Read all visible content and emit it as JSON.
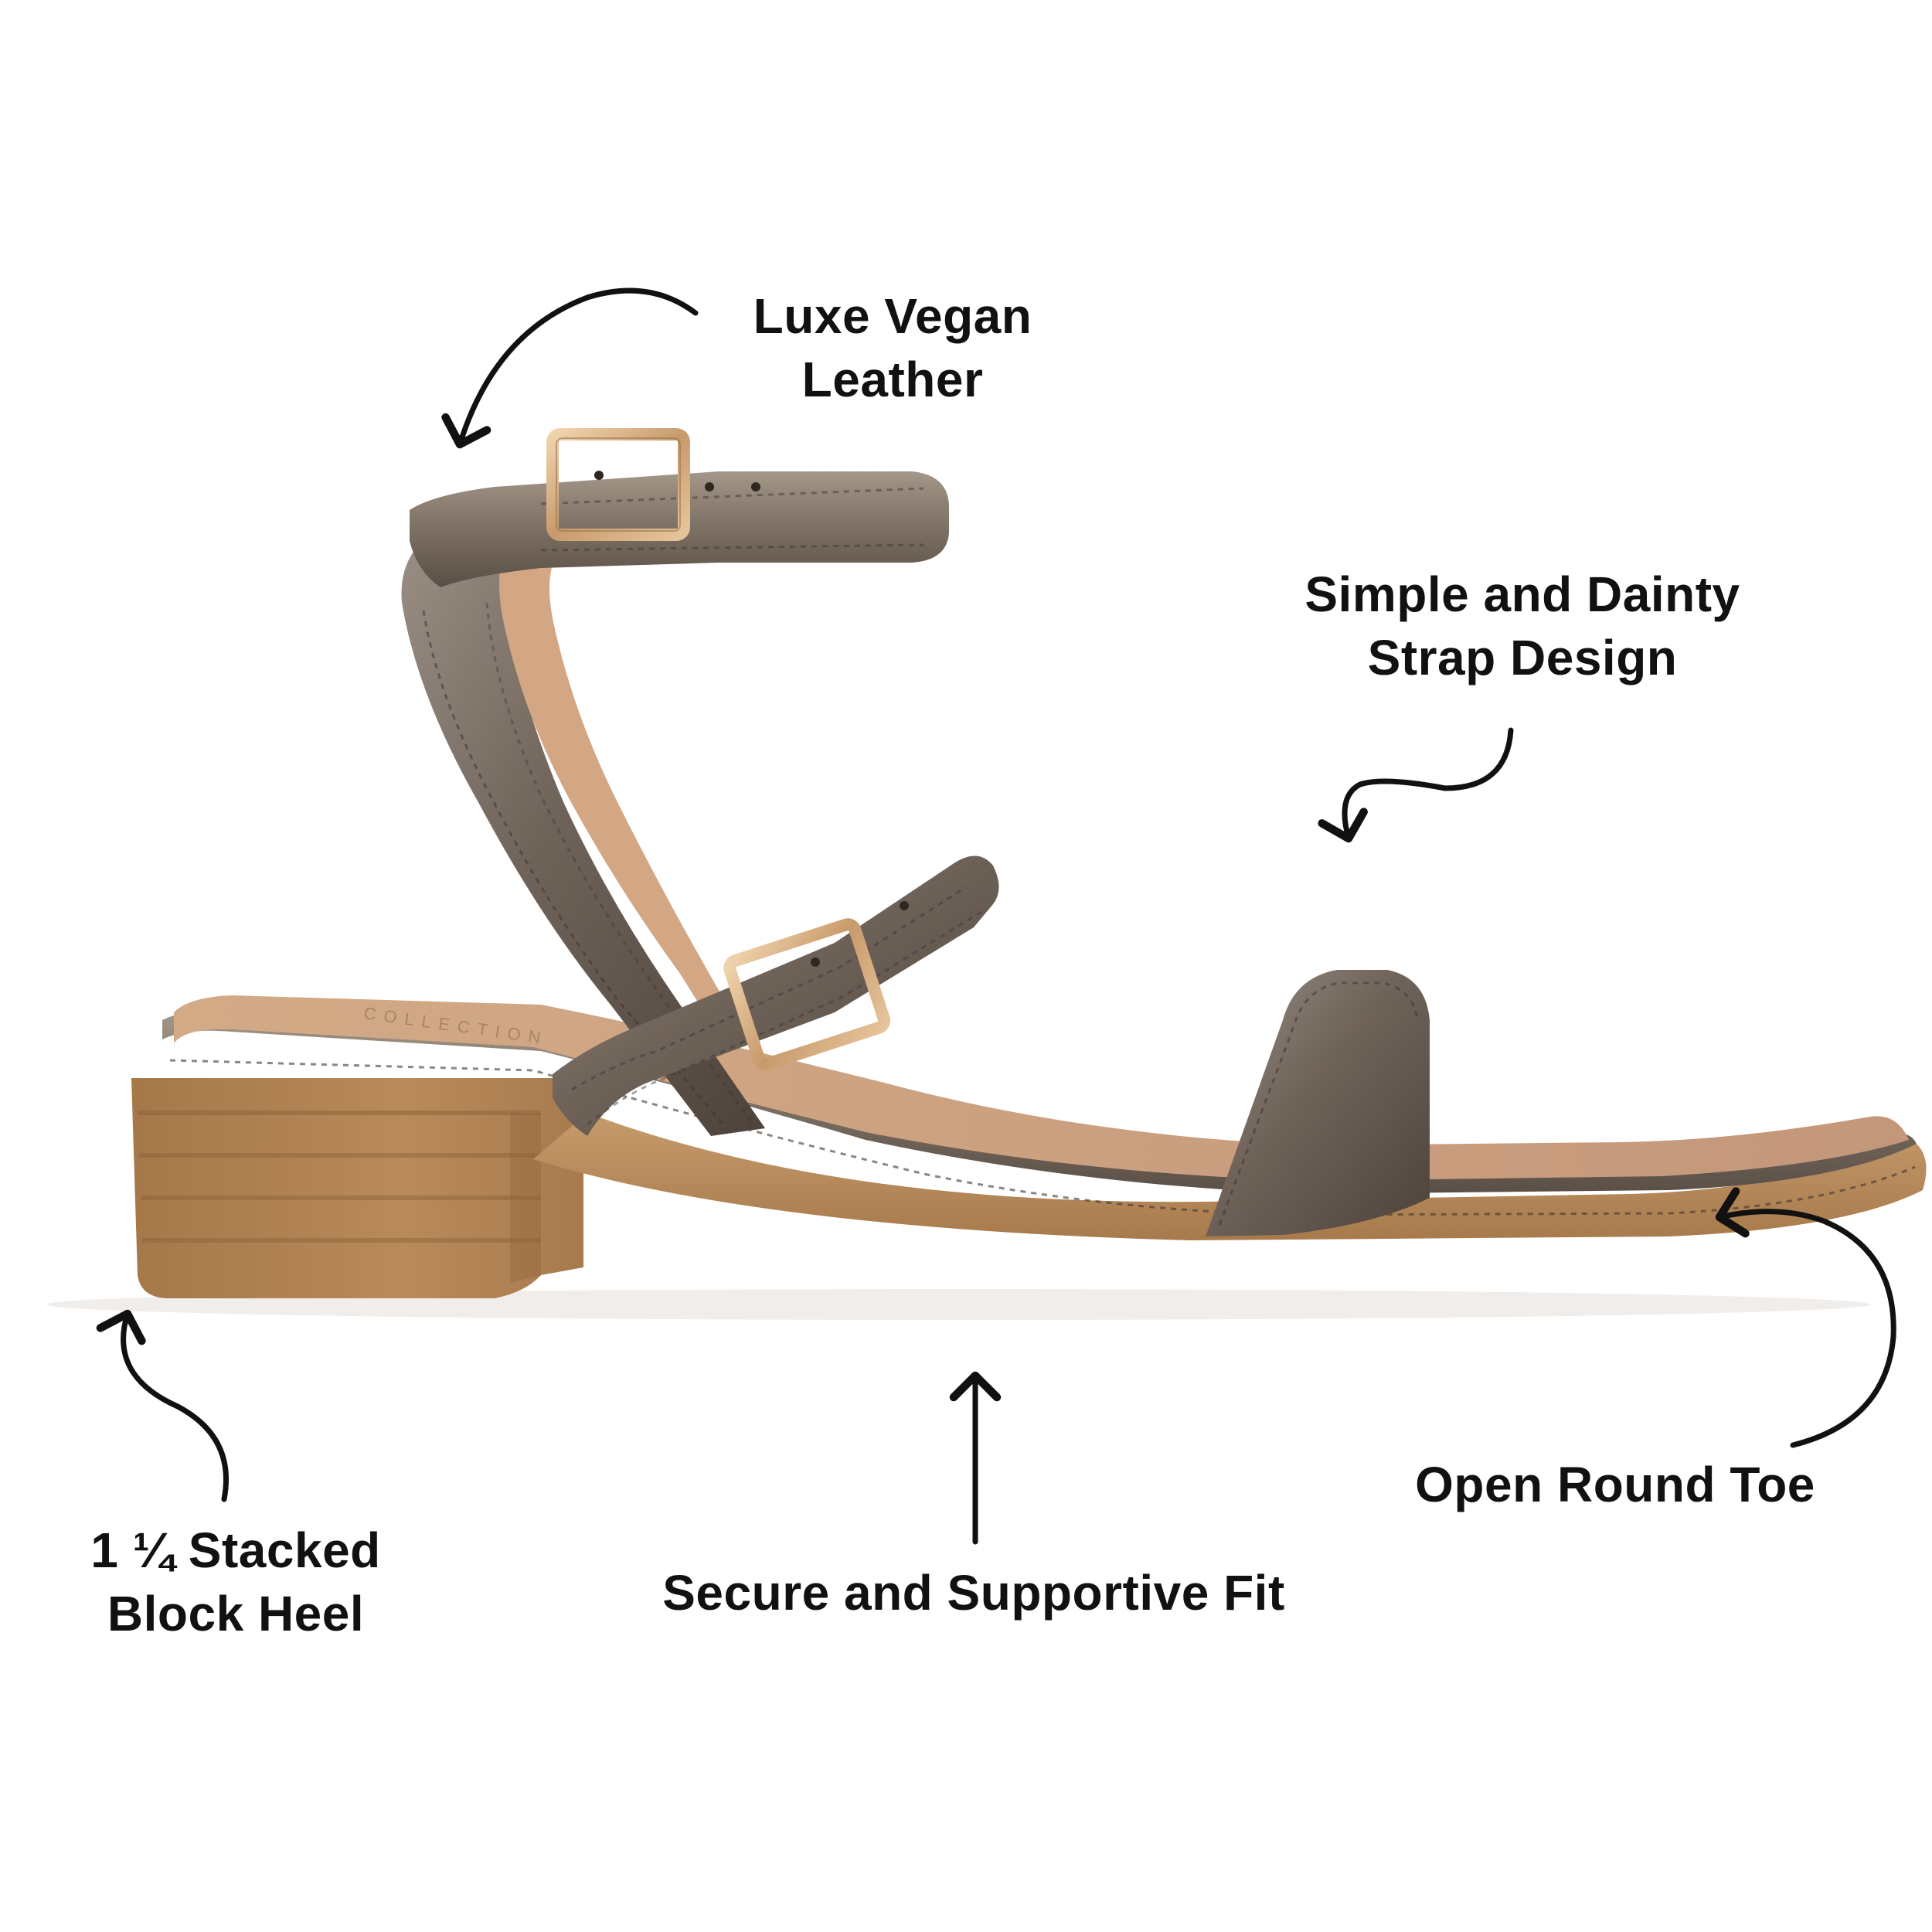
{
  "callouts": {
    "leather": {
      "line1": "Luxe Vegan",
      "line2": "Leather"
    },
    "strap": {
      "line1": "Simple and Dainty",
      "line2": "Strap Design"
    },
    "heel": {
      "line1": "1 ¼ Stacked",
      "line2": "Block Heel"
    },
    "fit": {
      "line1": "Secure and Supportive Fit"
    },
    "toe": {
      "line1": "Open Round Toe"
    }
  },
  "brand_stamp": "COLLECTION",
  "colors": {
    "background": "#ffffff",
    "text": "#111111",
    "metallic_strap": "#7a6e63",
    "insole": "#c9a07e",
    "sole": "#b98a5a",
    "buckle": "#d8b48a"
  },
  "icons": [
    "curved-arrow-icon",
    "straight-arrow-icon"
  ]
}
